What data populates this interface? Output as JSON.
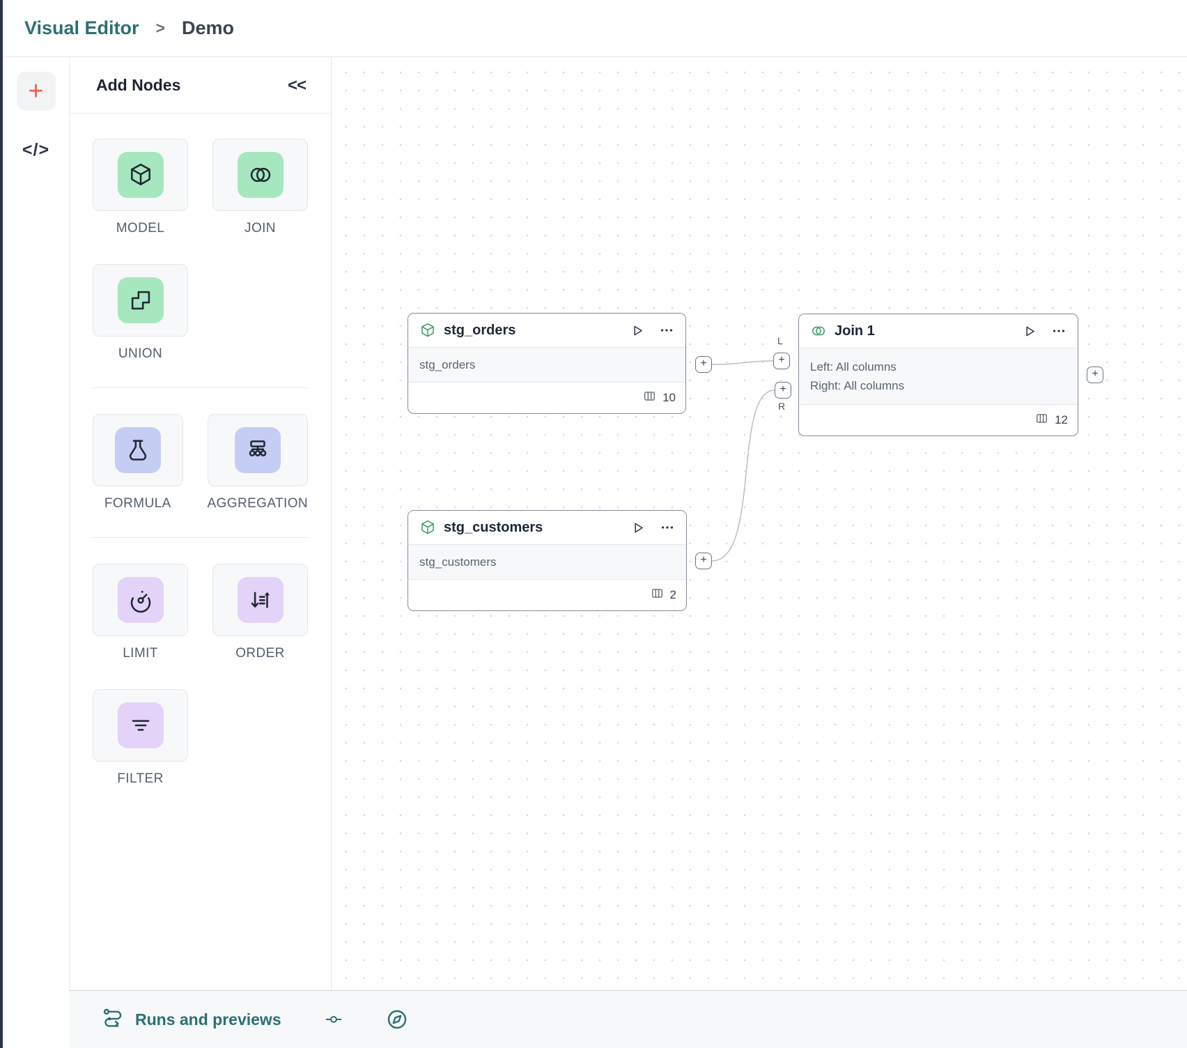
{
  "header": {
    "breadcrumb_root": "Visual Editor",
    "breadcrumb_sep": ">",
    "breadcrumb_current": "Demo"
  },
  "rail": {
    "add_label": "+",
    "code_label": "</>"
  },
  "panel": {
    "title": "Add Nodes",
    "collapse": "<<",
    "tiles": [
      {
        "label": "MODEL",
        "icon": "cube-icon",
        "chip_color": "#a6e7bf"
      },
      {
        "label": "JOIN",
        "icon": "join-circles-icon",
        "chip_color": "#a6e7bf"
      },
      {
        "label": "UNION",
        "icon": "union-squares-icon",
        "chip_color": "#a6e7bf"
      },
      {
        "label": "FORMULA",
        "icon": "flask-icon",
        "chip_color": "#c6cdf4"
      },
      {
        "label": "AGGREGATION",
        "icon": "sitemap-icon",
        "chip_color": "#c6cdf4"
      },
      {
        "label": "LIMIT",
        "icon": "gauge-icon",
        "chip_color": "#e3d3f8"
      },
      {
        "label": "ORDER",
        "icon": "sort-icon",
        "chip_color": "#e3d3f8"
      },
      {
        "label": "FILTER",
        "icon": "filter-lines-icon",
        "chip_color": "#e3d3f8"
      }
    ]
  },
  "canvas": {
    "plus": "+",
    "nodes": {
      "orders": {
        "title": "stg_orders",
        "subtitle": "stg_orders",
        "column_count": "10",
        "icon": "cube-icon"
      },
      "customers": {
        "title": "stg_customers",
        "subtitle": "stg_customers",
        "column_count": "2",
        "icon": "cube-icon"
      },
      "join": {
        "title": "Join 1",
        "line1": "Left: All columns",
        "line2": "Right: All columns",
        "column_count": "12",
        "left_port": "L",
        "right_port": "R",
        "icon": "join-circles-icon"
      }
    }
  },
  "bottom_bar": {
    "runs_label": "Runs and previews"
  },
  "colors": {
    "teal": "#2e6f70",
    "orange_plus": "#ee6352",
    "green_chip": "#a6e7bf",
    "periwinkle_chip": "#c6cdf4",
    "purple_chip": "#e3d3f8",
    "node_icon_green": "#44a06a",
    "wire": "#b9bec7"
  }
}
